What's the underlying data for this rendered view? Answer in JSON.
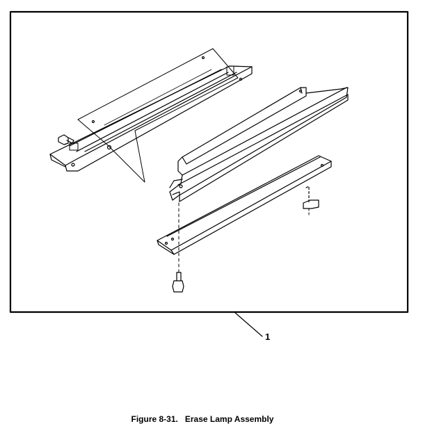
{
  "callout": {
    "number": "1"
  },
  "caption": {
    "figure_number": "Figure 8-31.",
    "title": "Erase Lamp Assembly"
  },
  "colors": {
    "ink": "#000000",
    "paper": "#ffffff"
  }
}
